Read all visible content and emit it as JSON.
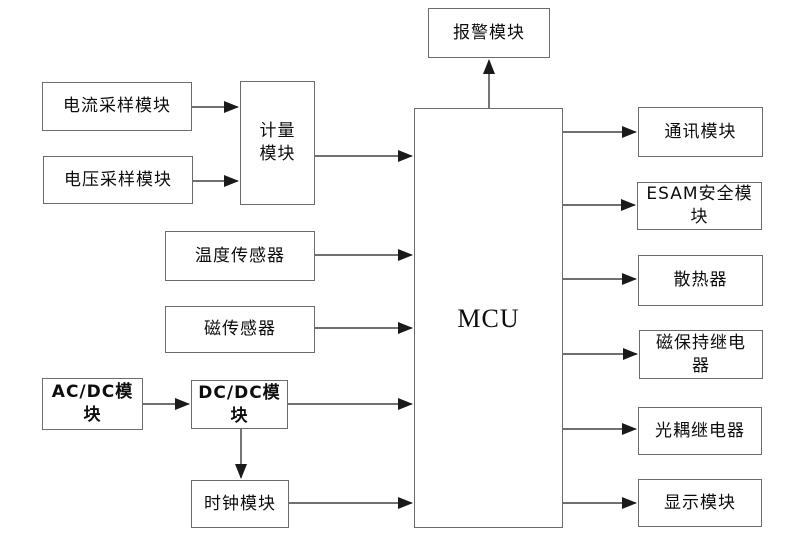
{
  "diagram": {
    "type": "block-diagram",
    "colors": {
      "background": "#ffffff",
      "box_border": "#6b6b6b",
      "arrow": "#1a1a1a",
      "text": "#0d0d0d"
    },
    "nodes": [
      {
        "id": "current-sampling-module",
        "label": "电流采样模块"
      },
      {
        "id": "voltage-sampling-module",
        "label": "电压采样模块"
      },
      {
        "id": "metering-module",
        "label": "计量\n模块"
      },
      {
        "id": "temperature-sensor",
        "label": "温度传感器"
      },
      {
        "id": "magnetic-sensor",
        "label": "磁传感器"
      },
      {
        "id": "acdc-module",
        "label": "AC/DC模\n块"
      },
      {
        "id": "dcdc-module",
        "label": "DC/DC模\n块"
      },
      {
        "id": "clock-module",
        "label": "时钟模块"
      },
      {
        "id": "mcu",
        "label": "MCU"
      },
      {
        "id": "alarm-module",
        "label": "报警模块"
      },
      {
        "id": "communication-module",
        "label": "通讯模块"
      },
      {
        "id": "esam-security-module",
        "label": "ESAM安全模\n块"
      },
      {
        "id": "radiator",
        "label": "散热器"
      },
      {
        "id": "magnetic-latching-relay",
        "label": "磁保持继电\n器"
      },
      {
        "id": "optocoupler-relay",
        "label": "光耦继电器"
      },
      {
        "id": "display-module",
        "label": "显示模块"
      }
    ],
    "edges": [
      {
        "from": "current-sampling-module",
        "to": "metering-module"
      },
      {
        "from": "voltage-sampling-module",
        "to": "metering-module"
      },
      {
        "from": "metering-module",
        "to": "mcu"
      },
      {
        "from": "temperature-sensor",
        "to": "mcu"
      },
      {
        "from": "magnetic-sensor",
        "to": "mcu"
      },
      {
        "from": "acdc-module",
        "to": "dcdc-module"
      },
      {
        "from": "dcdc-module",
        "to": "mcu"
      },
      {
        "from": "dcdc-module",
        "to": "clock-module"
      },
      {
        "from": "clock-module",
        "to": "mcu"
      },
      {
        "from": "mcu",
        "to": "alarm-module"
      },
      {
        "from": "mcu",
        "to": "communication-module"
      },
      {
        "from": "mcu",
        "to": "esam-security-module"
      },
      {
        "from": "mcu",
        "to": "radiator"
      },
      {
        "from": "mcu",
        "to": "magnetic-latching-relay"
      },
      {
        "from": "mcu",
        "to": "optocoupler-relay"
      },
      {
        "from": "mcu",
        "to": "display-module"
      }
    ]
  }
}
